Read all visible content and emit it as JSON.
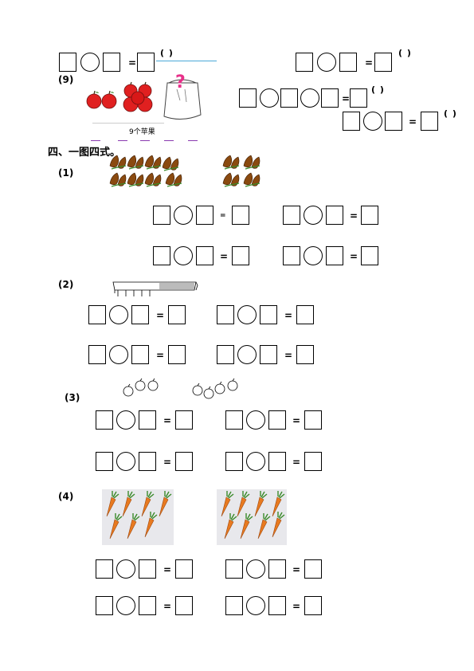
{
  "symbols": {
    "equals": "=",
    "answer_paren": "( )"
  },
  "labels": {
    "q9": "(9)",
    "section4_heading": "四、一图四式。",
    "p1": "(1)",
    "p2": "(2)",
    "p3": "(3)",
    "p4": "(4)"
  },
  "bag_caption": "9个苹果",
  "colors": {
    "apple": "#e02020",
    "leaf": "#8a4a10",
    "carrot": "#e87a20",
    "carrot_top": "#3a8a2a",
    "question_mark": "#e8308a",
    "rule_line": "#4aa8d8",
    "underline": "#8a3ab0",
    "carrot_bg": "#e8e8ec"
  },
  "icons": [
    "apple-icon",
    "bag-icon",
    "question-mark-icon",
    "leaf-icon",
    "comb-icon",
    "fruit-outline-icon",
    "carrot-icon"
  ]
}
